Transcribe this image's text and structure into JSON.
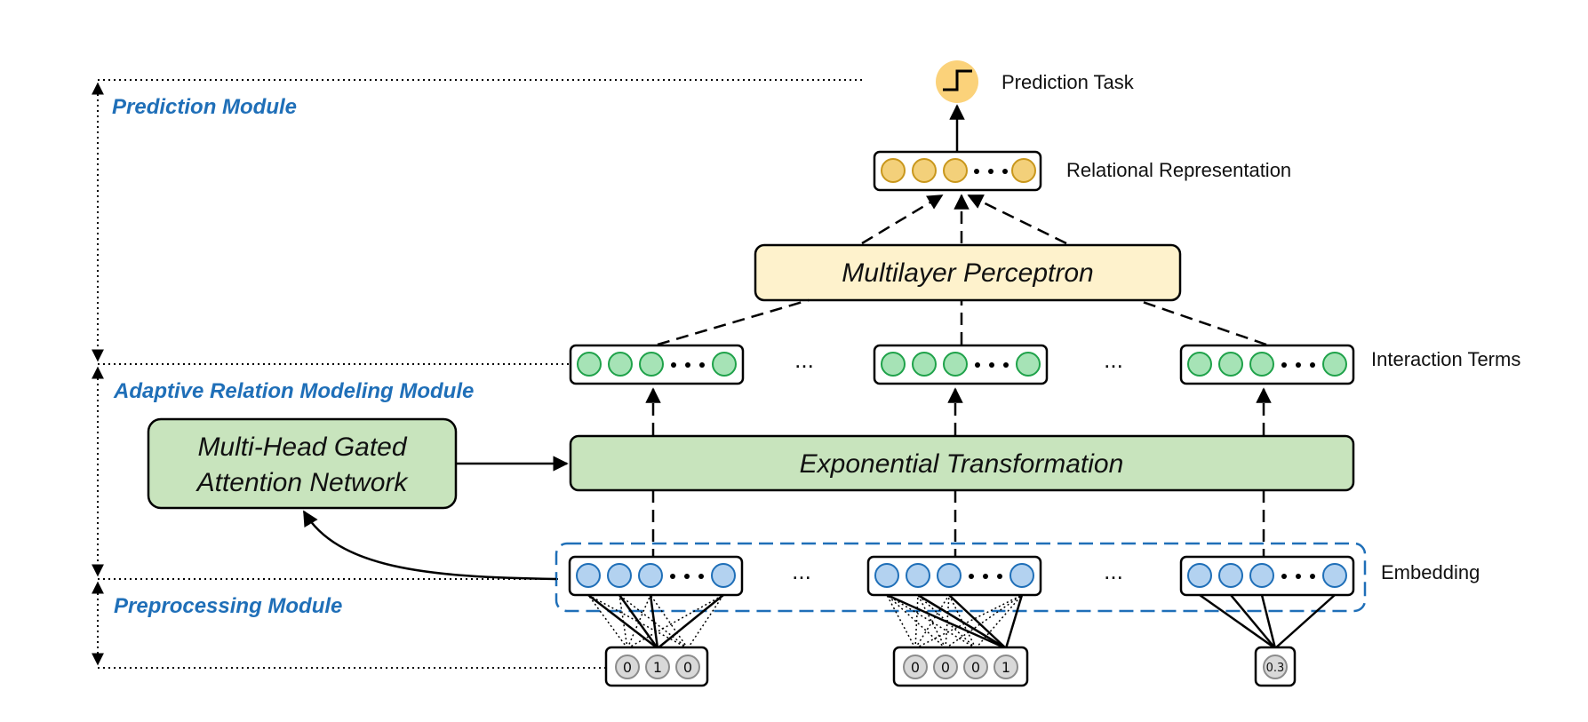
{
  "modules": {
    "prediction": "Prediction Module",
    "adaptive": "Adaptive Relation Modeling Module",
    "preprocessing": "Preprocessing Module"
  },
  "labels": {
    "prediction_task": "Prediction Task",
    "relational_representation": "Relational Representation",
    "interaction_terms": "Interaction Terms",
    "embedding": "Embedding"
  },
  "boxes": {
    "mlp": "Multilayer Perceptron",
    "exp_transform": "Exponential Transformation",
    "gated_line1": "Multi-Head Gated",
    "gated_line2": "Attention Network"
  },
  "ellipsis": "...",
  "inputs": {
    "group1": [
      "0",
      "1",
      "0"
    ],
    "group2": [
      "0",
      "0",
      "0",
      "1"
    ],
    "group3": [
      "0.3"
    ]
  },
  "colors": {
    "module_text": "#1f6fb8",
    "prediction_node": "#fbd27a",
    "relational_node": "#f3d07a",
    "interaction_node": "#a6e3b6",
    "embedding_node": "#b3d2f0",
    "input_node": "#d9d9d9",
    "mlp_fill": "#fef2cc",
    "green_box_fill": "#c8e4bd",
    "embedding_frame": "#1f6fb8"
  }
}
